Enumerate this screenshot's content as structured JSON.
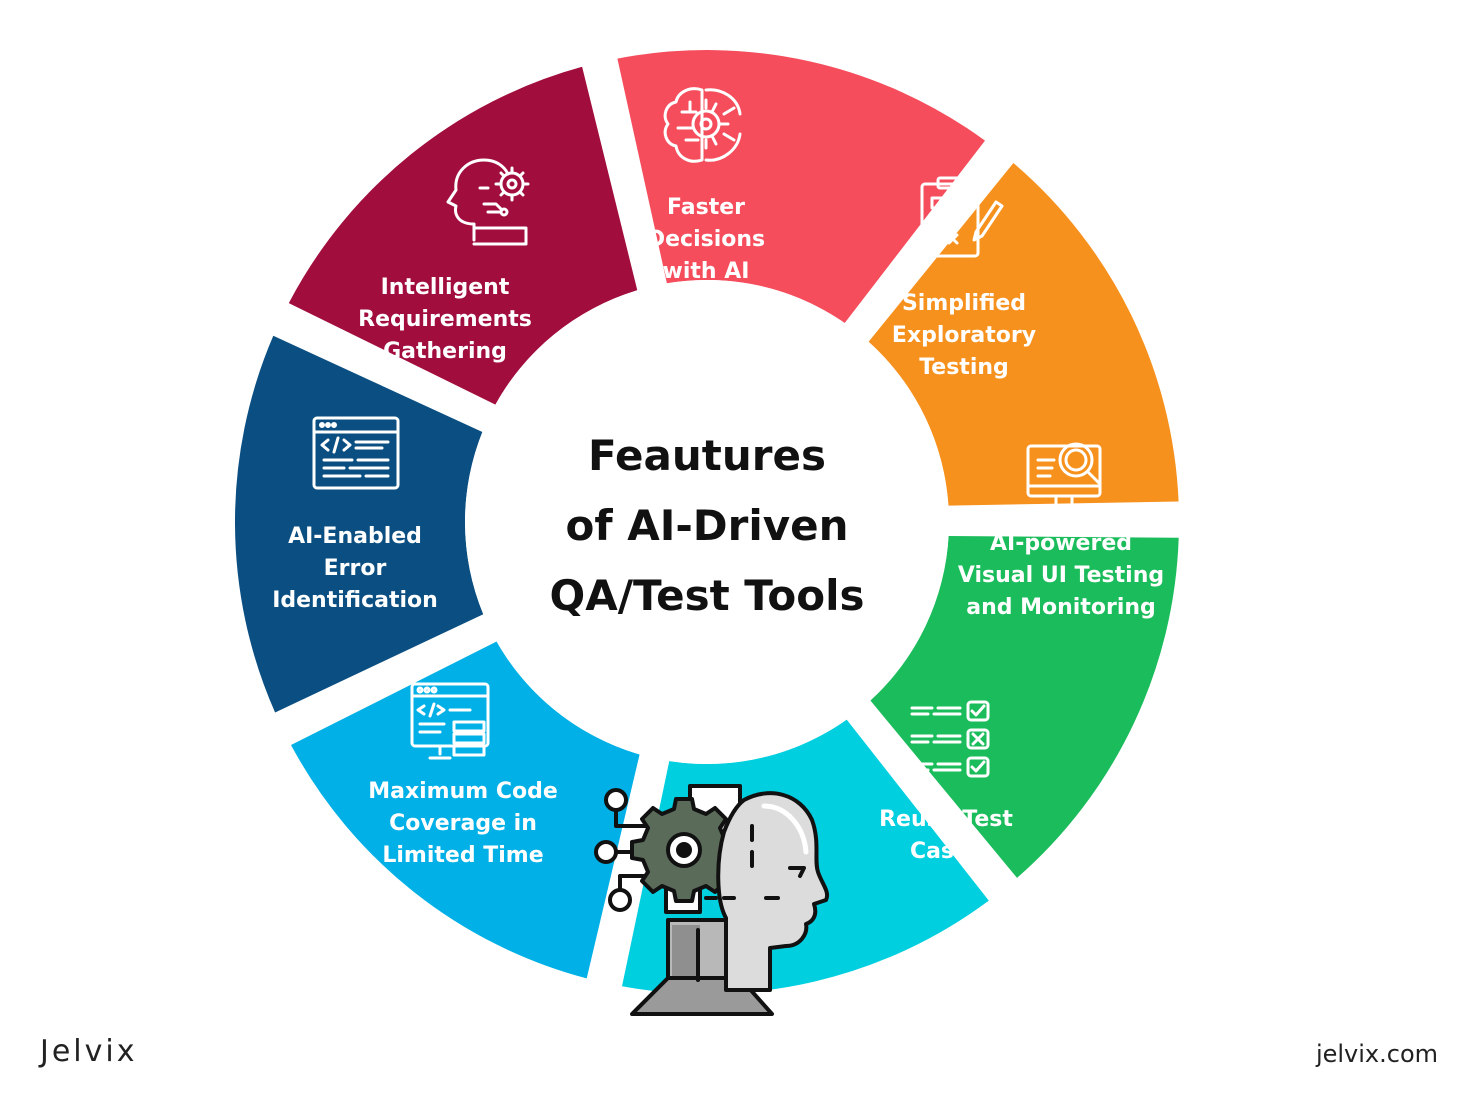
{
  "title_lines": [
    "Feautures",
    "of AI-Driven",
    "QA/Test Tools"
  ],
  "segments": [
    {
      "lines": [
        "Faster",
        "Decisions",
        "with AI"
      ],
      "color": "#0b4f82",
      "icon": "brain-gear-icon"
    },
    {
      "lines": [
        "Simplified",
        "Exploratory",
        "Testing"
      ],
      "color": "#a10d3c",
      "icon": "checklist-clipboard-icon"
    },
    {
      "lines": [
        "AI-powered",
        "Visual UI Testing",
        "and Monitoring"
      ],
      "color": "#f54d5c",
      "icon": "monitor-magnifier-icon"
    },
    {
      "lines": [
        "Reuse Test",
        "Cases"
      ],
      "color": "#f7911d",
      "icon": "test-cases-checklist-icon"
    },
    {
      "lines": [
        "Maximum Code",
        "Coverage in",
        "Limited Time"
      ],
      "color": "#1bbc5b",
      "icon": "code-window-server-icon"
    },
    {
      "lines": [
        "AI-Enabled",
        "Error",
        "Identification"
      ],
      "color": "#00cfe0",
      "icon": "code-window-icon"
    },
    {
      "lines": [
        "Intelligent",
        "Requirements",
        "Gathering"
      ],
      "color": "#00b0e6",
      "icon": "head-gear-icon"
    }
  ],
  "center_icon": "ai-robot-head-icon",
  "brand": "Jelvix",
  "site": "jelvix.com"
}
